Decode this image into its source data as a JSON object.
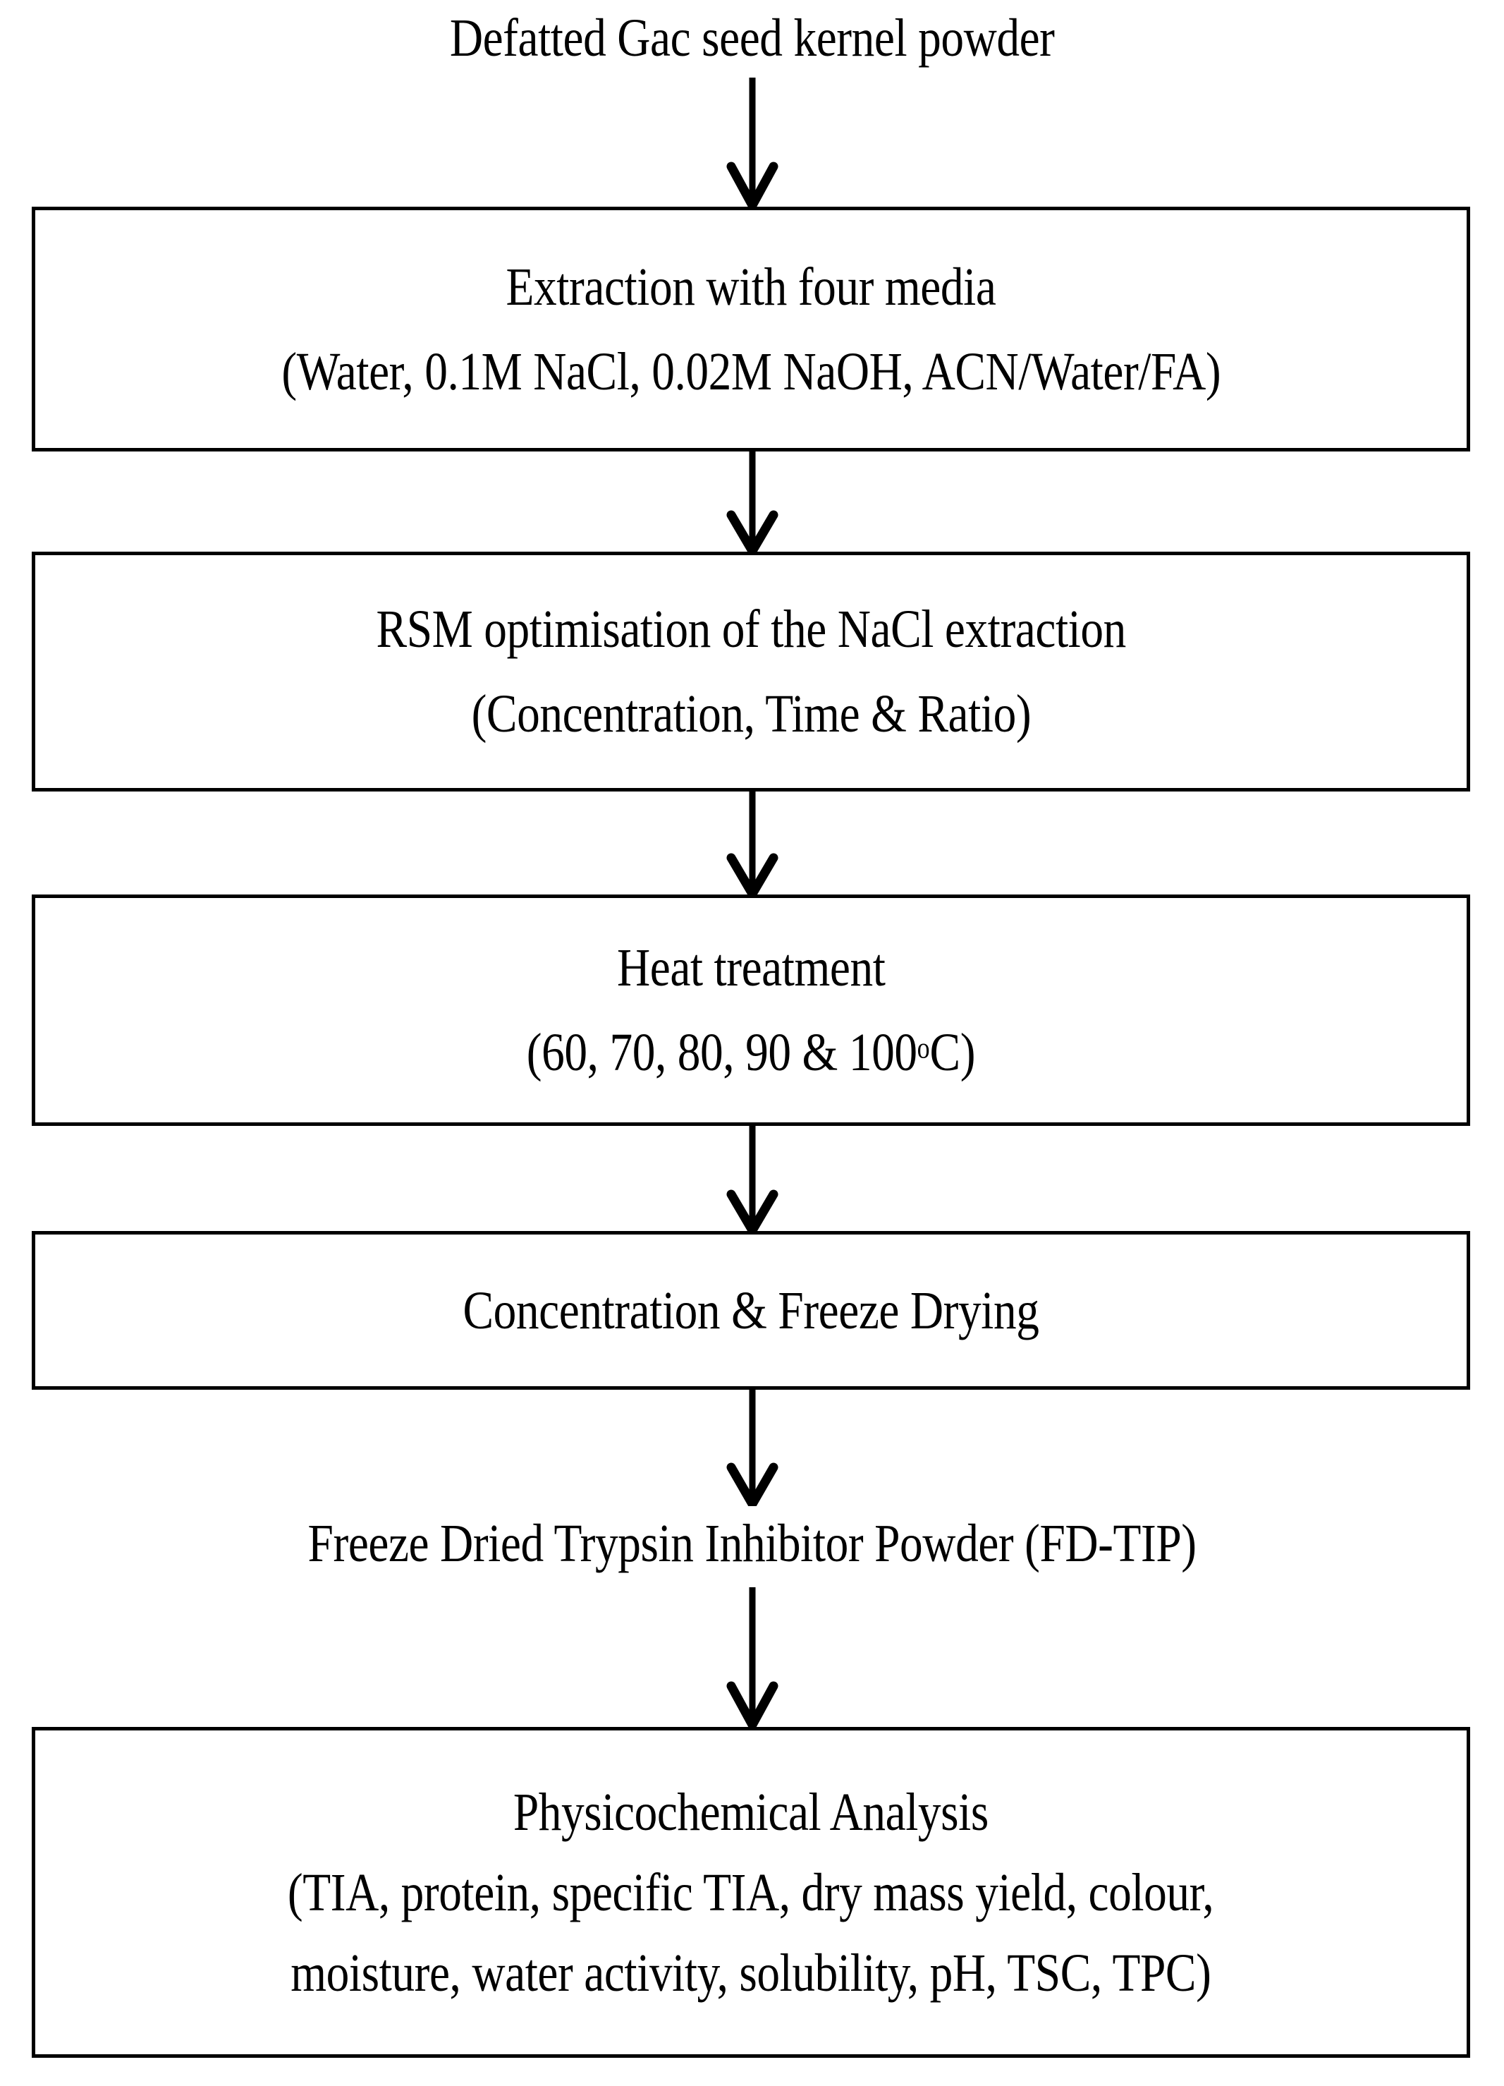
{
  "diagram": {
    "title_node": "Defatted Gac seed kernel powder",
    "intermediate_node": "Freeze Dried Trypsin Inhibitor Powder (FD-TIP)",
    "boxes": [
      {
        "id": "extraction",
        "line1": "Extraction with four media",
        "line2": "(Water, 0.1M NaCl, 0.02M NaOH, ACN/Water/FA)"
      },
      {
        "id": "rsm-optimisation",
        "line1": "RSM optimisation of the NaCl extraction",
        "line2": "(Concentration, Time & Ratio)"
      },
      {
        "id": "heat-treatment",
        "line1": "Heat treatment",
        "line2_prefix": "(60, 70, 80, 90 & 100",
        "line2_sup": "o",
        "line2_suffix": "C)"
      },
      {
        "id": "concentration-freeze-drying",
        "line1": "Concentration & Freeze Drying"
      },
      {
        "id": "physicochemical-analysis",
        "line1": "Physicochemical Analysis",
        "line2": "(TIA, protein, specific TIA, dry mass yield, colour,",
        "line3": "moisture, water activity, solubility, pH, TSC, TPC)"
      }
    ],
    "arrows": [
      {
        "id": "arrow-1",
        "direction": "down"
      },
      {
        "id": "arrow-2",
        "direction": "down"
      },
      {
        "id": "arrow-3",
        "direction": "down"
      },
      {
        "id": "arrow-4",
        "direction": "down"
      },
      {
        "id": "arrow-5",
        "direction": "down"
      },
      {
        "id": "arrow-6",
        "direction": "down"
      }
    ],
    "colors": {
      "stroke": "#000000",
      "background": "#ffffff",
      "text": "#000000"
    }
  }
}
